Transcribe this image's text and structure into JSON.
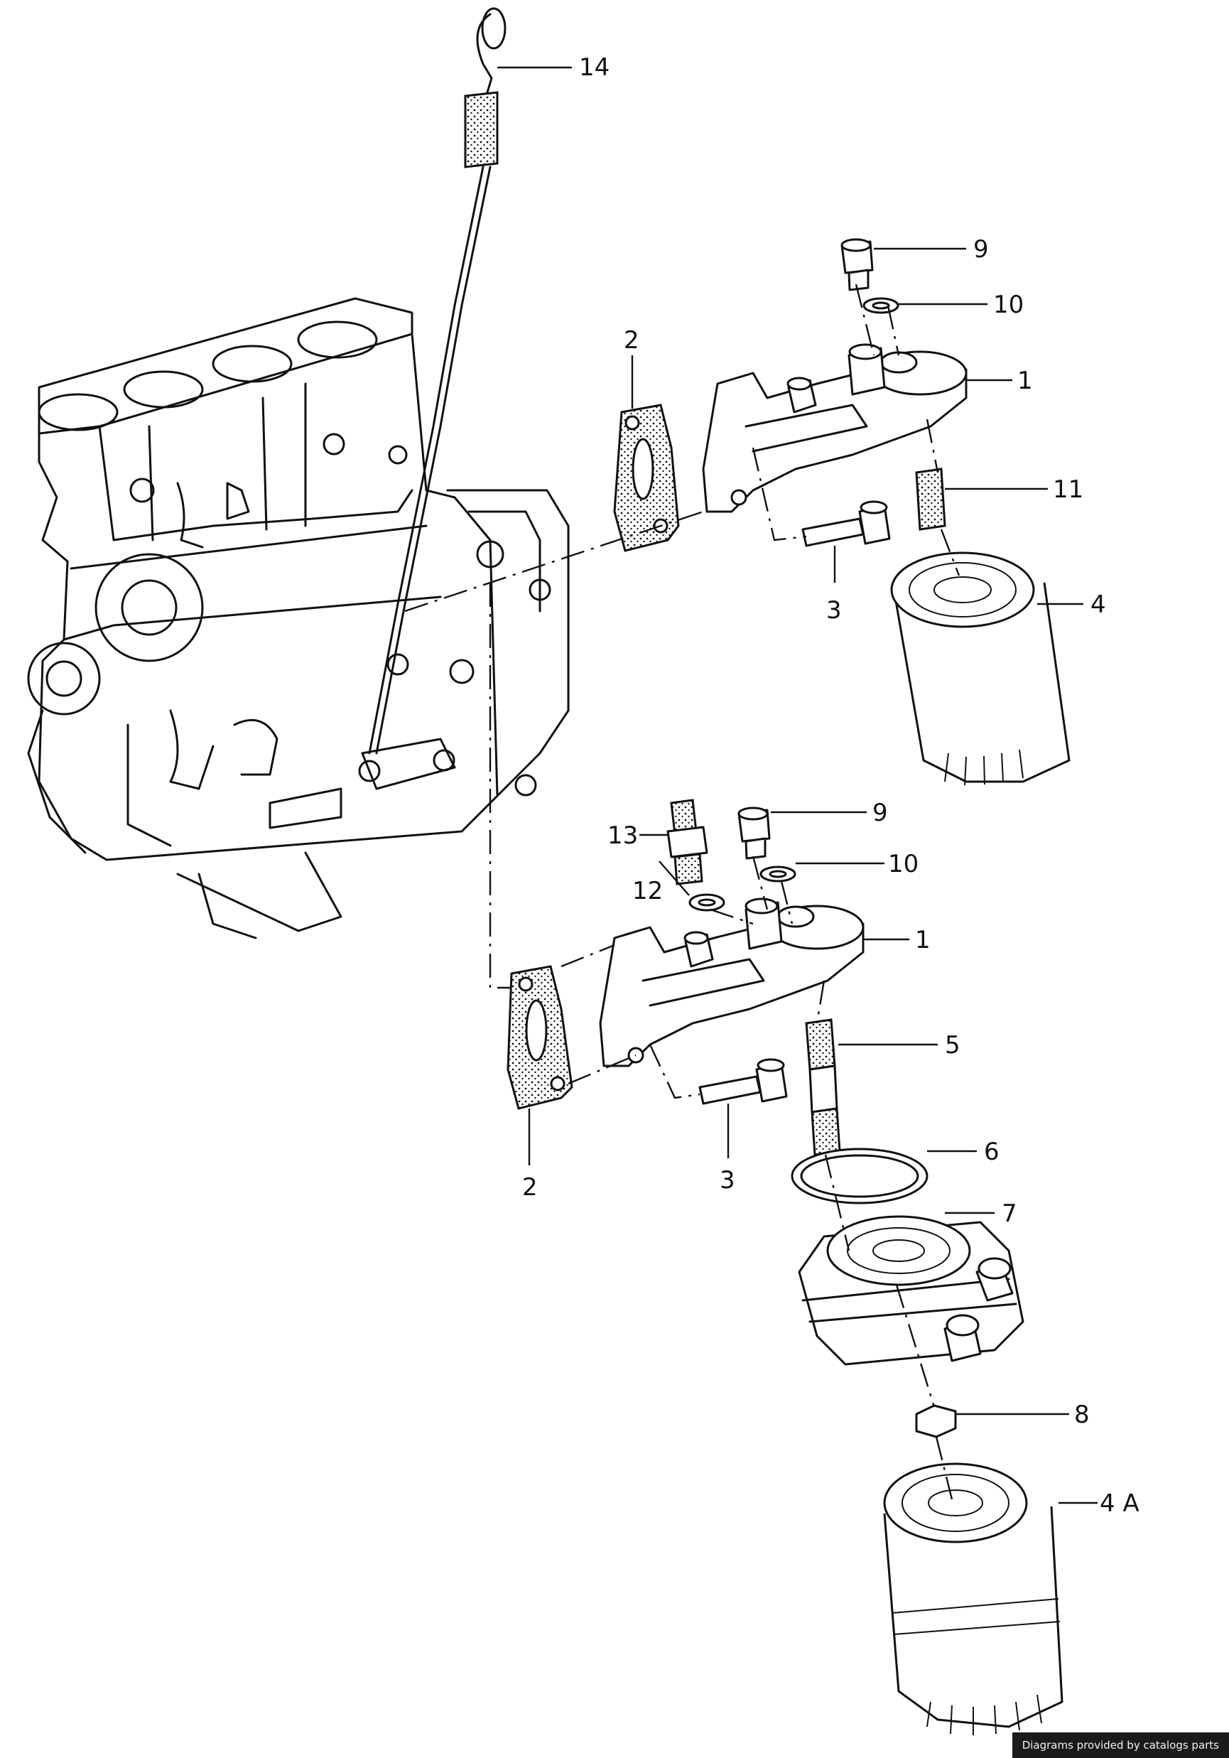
{
  "diagram": {
    "callouts": {
      "c14": "14",
      "c9a": "9",
      "c10a": "10",
      "c1a": "1",
      "c2a": "2",
      "c11": "11",
      "c3a": "3",
      "c4": "4",
      "c9b": "9",
      "c13": "13",
      "c10b": "10",
      "c12": "12",
      "c1b": "1",
      "c5": "5",
      "c2b": "2",
      "c3b": "3",
      "c6": "6",
      "c7": "7",
      "c8": "8",
      "c4a": "4 A"
    }
  },
  "footer": {
    "credit": "Diagrams provided by catalogs parts"
  }
}
